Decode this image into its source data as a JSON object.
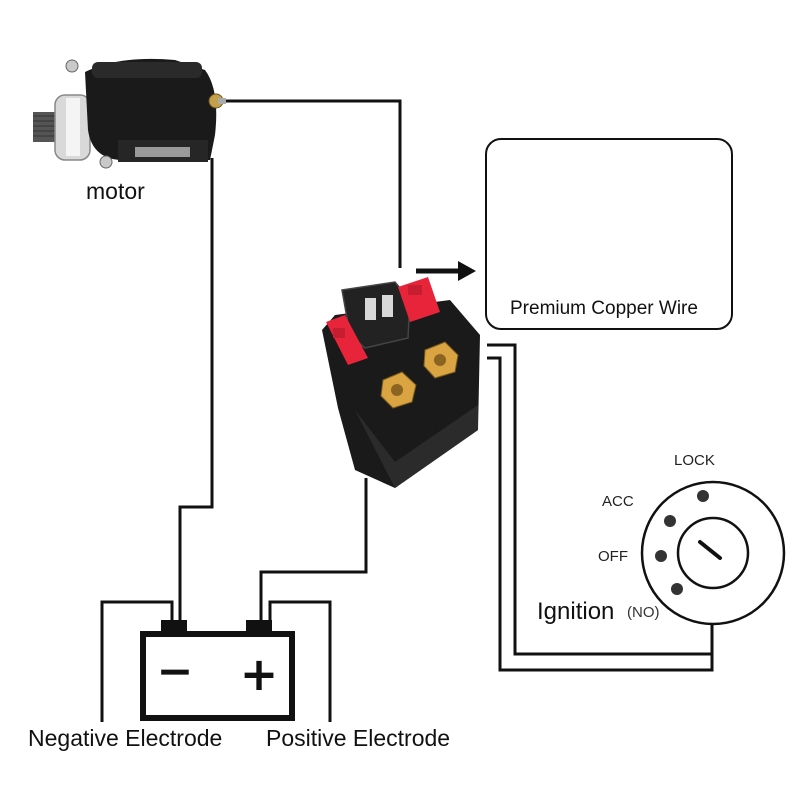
{
  "labels": {
    "motor": "motor",
    "copper_wire": "Premium Copper Wire",
    "ignition_title": "Ignition",
    "ignition_state": "(NO)",
    "negative": "Negative Electrode",
    "positive": "Positive Electrode"
  },
  "ignition_positions": {
    "lock": "LOCK",
    "acc": "ACC",
    "off": "OFF"
  },
  "battery_symbols": {
    "minus": "−",
    "plus": "+"
  },
  "colors": {
    "wire": "#111111",
    "copper": "#b8621b",
    "fuse_red": "#e8243a",
    "brass": "#d9a441",
    "component_body": "#1a1a1a"
  }
}
